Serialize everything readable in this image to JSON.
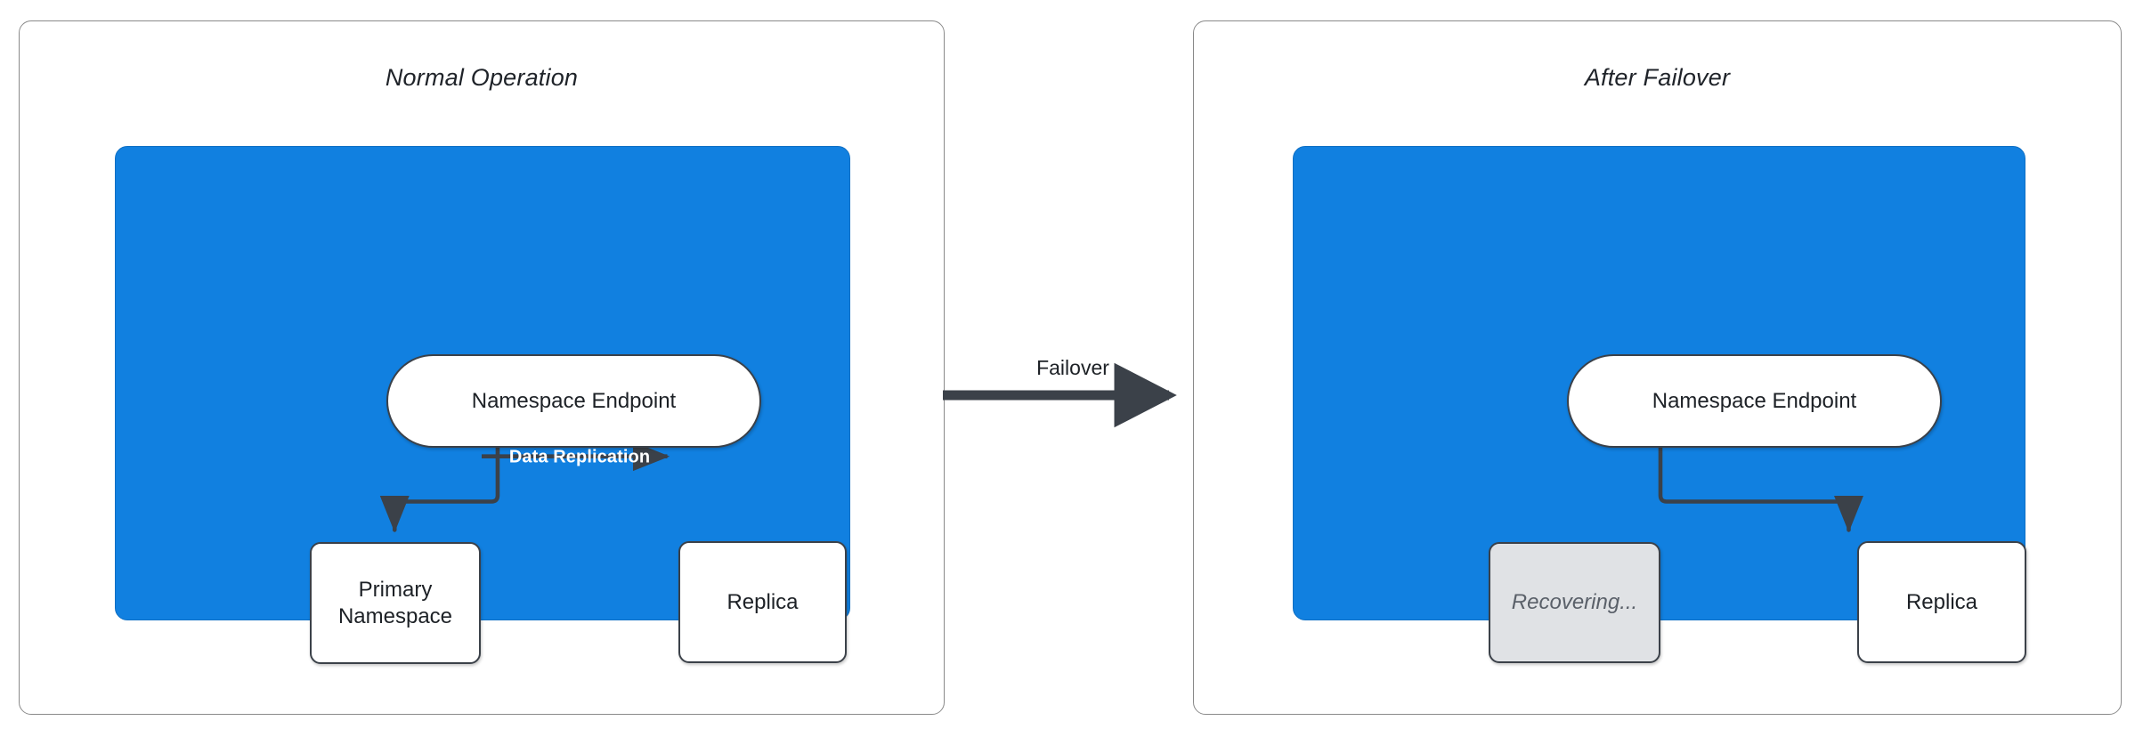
{
  "colors": {
    "region_blue": "#1180e0",
    "node_stroke": "#3b4149",
    "node_fill": "#ffffff",
    "recovering_fill": "#e0e2e5",
    "panel_stroke": "#8a8a8a",
    "edge_label_text": "#ffffff",
    "text": "#1d2126"
  },
  "panels": [
    {
      "id": "normal-operation",
      "title": "Normal Operation",
      "nodes": [
        {
          "id": "namespace-endpoint",
          "label": "Namespace Endpoint",
          "shape": "pill",
          "state": "active"
        },
        {
          "id": "primary-namespace",
          "label": "Primary\nNamespace",
          "shape": "rect",
          "state": "active"
        },
        {
          "id": "replica",
          "label": "Replica",
          "shape": "rect",
          "state": "active"
        }
      ],
      "edges": [
        {
          "from": "namespace-endpoint",
          "to": "primary-namespace",
          "label": ""
        },
        {
          "from": "primary-namespace",
          "to": "replica",
          "label": "Data Replication"
        }
      ]
    },
    {
      "id": "after-failover",
      "title": "After Failover",
      "nodes": [
        {
          "id": "namespace-endpoint",
          "label": "Namespace Endpoint",
          "shape": "pill",
          "state": "active"
        },
        {
          "id": "recovering",
          "label": "Recovering...",
          "shape": "rect",
          "state": "disabled"
        },
        {
          "id": "replica",
          "label": "Replica",
          "shape": "rect",
          "state": "active"
        }
      ],
      "edges": [
        {
          "from": "namespace-endpoint",
          "to": "replica",
          "label": ""
        }
      ]
    }
  ],
  "transition": {
    "label": "Failover",
    "direction": "left-to-right"
  },
  "node_labels": {
    "endpoint_left": "Namespace Endpoint",
    "primary_line1": "Primary",
    "primary_line2": "Namespace",
    "replica_left": "Replica",
    "endpoint_right": "Namespace Endpoint",
    "recovering": "Recovering...",
    "replica_right": "Replica"
  },
  "edge_labels": {
    "data_replication": "Data Replication"
  },
  "titles": {
    "left": "Normal Operation",
    "right": "After Failover"
  }
}
